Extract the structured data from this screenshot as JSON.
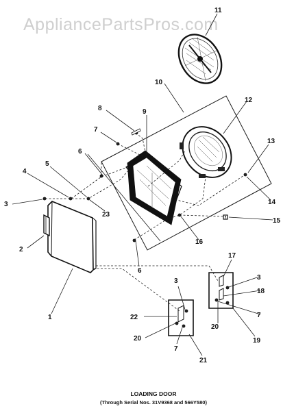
{
  "watermark": "AppliancePartsPros.com",
  "title": "LOADING DOOR",
  "subtitle": "(Through Serial Nos. 31V9368 and 566Y580)",
  "callouts": {
    "p1": "1",
    "p2": "2",
    "p3a": "3",
    "p3b": "3",
    "p3c": "3",
    "p4": "4",
    "p5": "5",
    "p6a": "6",
    "p6b": "6",
    "p7a": "7",
    "p7b": "7",
    "p7c": "7",
    "p8": "8",
    "p9": "9",
    "p10": "10",
    "p11": "11",
    "p12": "12",
    "p13": "13",
    "p14": "14",
    "p15": "15",
    "p16": "16",
    "p17": "17",
    "p18": "18",
    "p19": "19",
    "p20a": "20",
    "p20b": "20",
    "p21": "21",
    "p22": "22",
    "p23": "23"
  },
  "colors": {
    "ink": "#111111",
    "watermark": "#cfcfcf",
    "background": "#ffffff"
  }
}
